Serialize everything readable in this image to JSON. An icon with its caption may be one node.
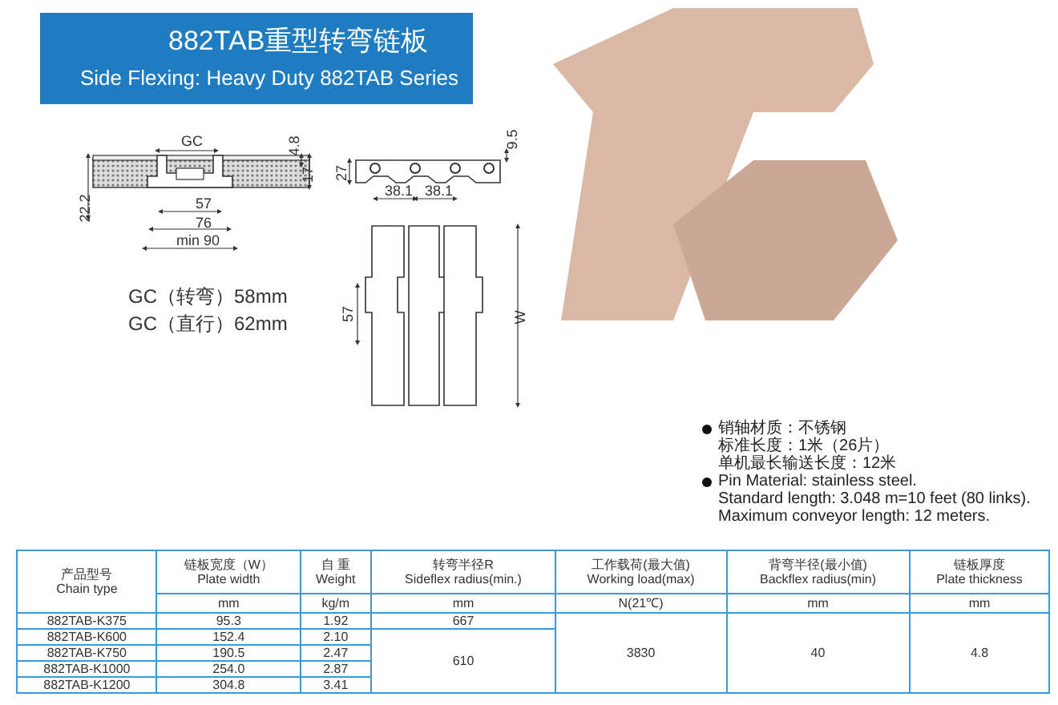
{
  "diagram": {
    "title": "882TAB重型转弯链板",
    "caption": "Side Flexing: Heavy Duty 882TAB Series",
    "labels": [
      "GC",
      "4.8",
      "17",
      "22.2",
      "57",
      "76",
      "min 90",
      "27",
      "9.5",
      "38.1",
      "38.1",
      "57",
      "W",
      "GC（转弯）58mm",
      "GC（直行）62mm",
      "销轴材质：不锈钢",
      "标准长度：1米（26片）",
      "单机最长输送长度：12米",
      "Pin Material: stainless steel.",
      "Standard length: 3.048 m=10 feet (80 links).",
      "Maximum conveyor length: 12 meters.",
      "产品型号",
      "Chain type",
      "链板宽度（W）",
      "Plate width",
      "自 重",
      "Weight",
      "转弯半径R",
      "Sideflex radius(min.)",
      "工作载荷(最大值)",
      "Working load(max)",
      "背弯半径(最小值)",
      "Backflex radius(min)",
      "链板厚度",
      "Plate thickness",
      "mm",
      "kg/m",
      "mm",
      "N(21℃)",
      "mm",
      "mm",
      "882TAB-K375",
      "95.3",
      "1.92",
      "667",
      "3830",
      "40",
      "4.8",
      "882TAB-K600",
      "152.4",
      "2.10",
      "610",
      "882TAB-K750",
      "190.5",
      "2.47",
      "882TAB-K1000",
      "254.0",
      "2.87",
      "882TAB-K1200",
      "304.8",
      "3.41"
    ]
  }
}
